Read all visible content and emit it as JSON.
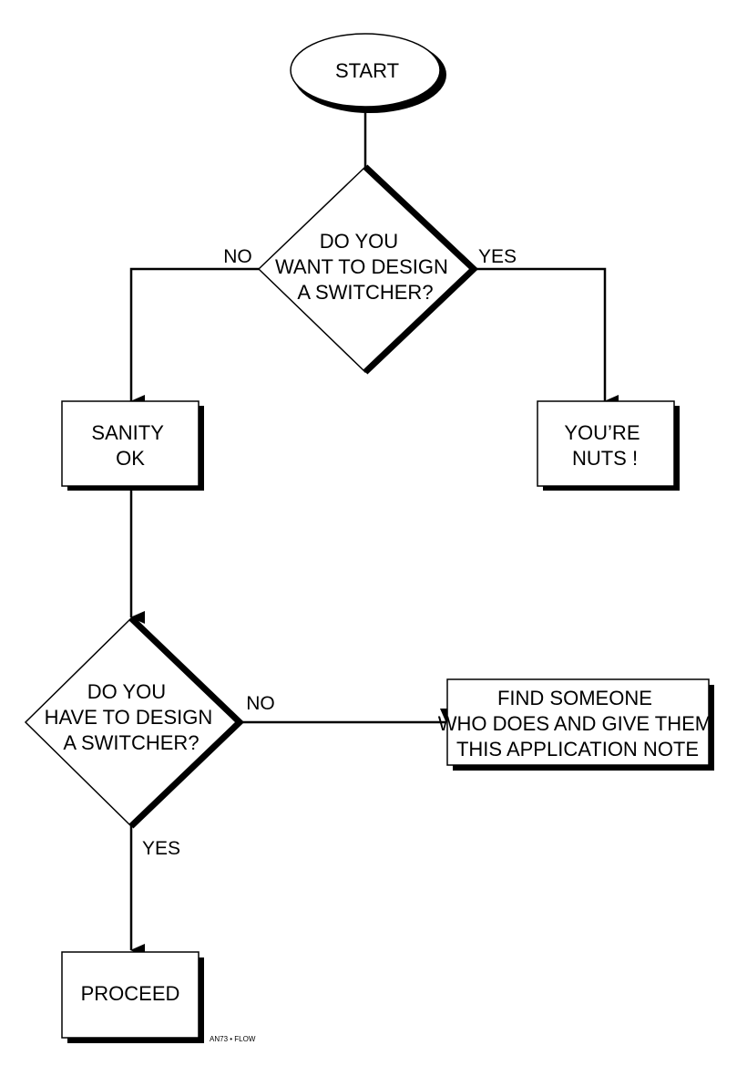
{
  "nodes": {
    "start": {
      "label": "START"
    },
    "q1": {
      "lines": [
        "DO YOU",
        "WANT TO DESIGN",
        "A SWITCHER?"
      ]
    },
    "sanity": {
      "lines": [
        "SANITY",
        "OK"
      ]
    },
    "nuts": {
      "lines": [
        "YOU’RE",
        "NUTS !"
      ]
    },
    "q2": {
      "lines": [
        "DO YOU",
        "HAVE TO DESIGN",
        "A SWITCHER?"
      ]
    },
    "find": {
      "lines": [
        "FIND SOMEONE",
        "WHO DOES AND GIVE THEM",
        "THIS APPLICATION NOTE"
      ]
    },
    "proceed": {
      "label": "PROCEED"
    }
  },
  "edges": {
    "q1_no": "NO",
    "q1_yes": "YES",
    "q2_no": "NO",
    "q2_yes": "YES"
  },
  "footer": {
    "tag": "AN73 • FLOW"
  },
  "colors": {
    "ink": "#000000",
    "fill": "#ffffff"
  }
}
